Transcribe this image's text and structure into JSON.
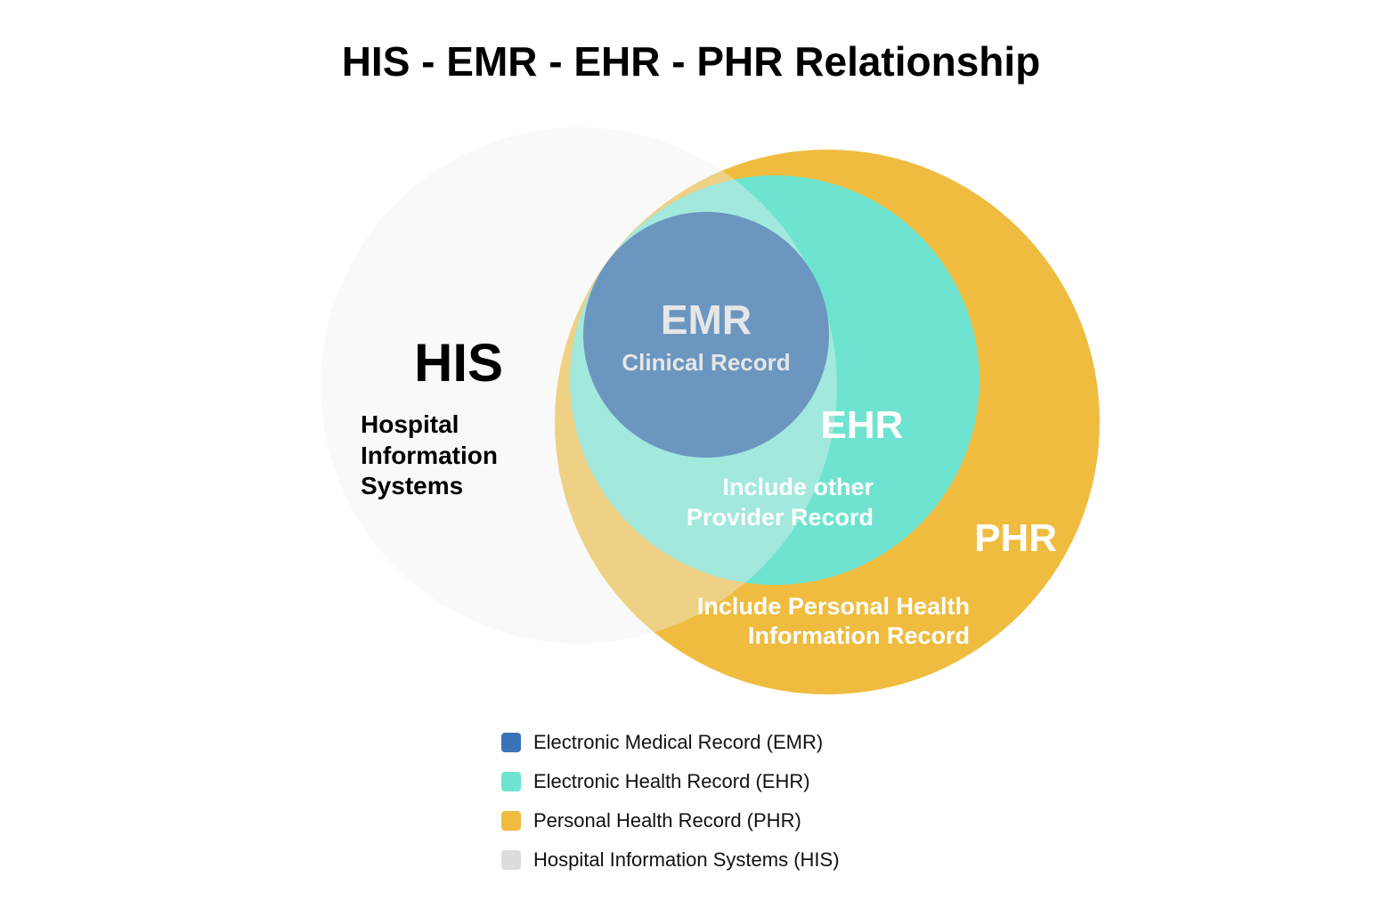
{
  "title": "HIS - EMR - EHR - PHR Relationship",
  "colors": {
    "emr": "#3a72b8",
    "ehr": "#6ee3d0",
    "phr": "#efbc3f",
    "his": "#dcdcdc"
  },
  "sets": {
    "his": {
      "label": "HIS",
      "desc": [
        "Hospital",
        "Information",
        "Systems"
      ]
    },
    "emr": {
      "label": "EMR",
      "desc": [
        "Clinical Record"
      ]
    },
    "ehr": {
      "label": "EHR",
      "desc": [
        "Include other",
        "Provider Record"
      ]
    },
    "phr": {
      "label": "PHR",
      "desc": [
        "Include Personal Health",
        "Information Record"
      ]
    }
  },
  "legend": [
    {
      "label": "Electronic Medical Record (EMR)",
      "color": "#3a72b8"
    },
    {
      "label": "Electronic Health Record (EHR)",
      "color": "#6ee3d0"
    },
    {
      "label": "Personal Health Record (PHR)",
      "color": "#efbc3f"
    },
    {
      "label": "Hospital Information Systems (HIS)",
      "color": "#dcdcdc"
    }
  ]
}
